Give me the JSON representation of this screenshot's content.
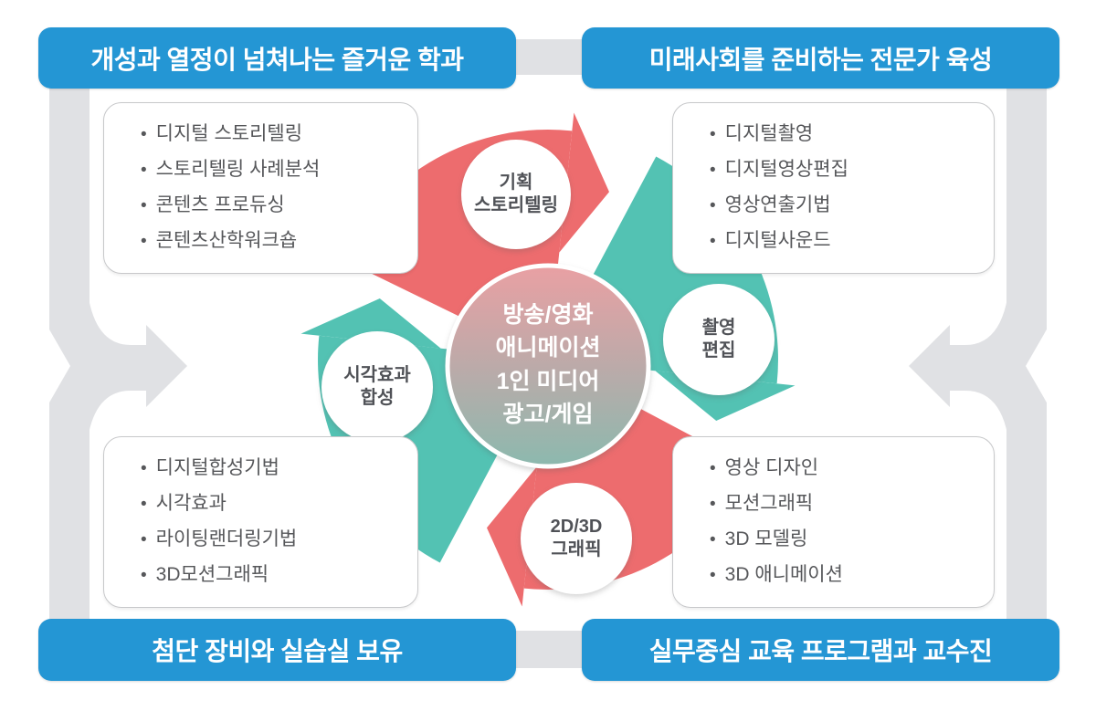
{
  "banners": {
    "top_left": "개성과 열정이 넘쳐나는 즐거운 학과",
    "top_right": "미래사회를 준비하는 전문가 육성",
    "bottom_left": "첨단 장비와 실습실 보유",
    "bottom_right": "실무중심 교육 프로그램과 교수진"
  },
  "course_boxes": {
    "top_left": [
      "디지털 스토리텔링",
      "스토리텔링 사례분석",
      "콘텐츠 프로듀싱",
      "콘텐츠산학워크숍"
    ],
    "top_right": [
      "디지털촬영",
      "디지털영상편집",
      "영상연출기법",
      "디지털사운드"
    ],
    "bottom_left": [
      "디지털합성기법",
      "시각효과",
      "라이팅랜더링기법",
      "3D모션그래픽"
    ],
    "bottom_right": [
      "영상 디자인",
      "모션그래픽",
      "3D 모델링",
      "3D 애니메이션"
    ]
  },
  "cycle": {
    "center_lines": [
      "방송/영화",
      "애니메이션",
      "1인 미디어",
      "광고/게임"
    ],
    "nodes": {
      "top": [
        "기획",
        "스토리텔링"
      ],
      "right": [
        "촬영",
        "편집"
      ],
      "bottom": [
        "2D/3D",
        "그래픽"
      ],
      "left": [
        "시각효과",
        "합성"
      ]
    }
  },
  "colors": {
    "banner_blue": "#2496d4",
    "cycle_red": "#ed6c6e",
    "cycle_teal": "#53c2b3",
    "connector_gray": "#e0e1e4",
    "text_dark": "#56575a",
    "center_gradient_top": "#e9a0a3",
    "center_gradient_bottom": "#8cb9ae"
  }
}
